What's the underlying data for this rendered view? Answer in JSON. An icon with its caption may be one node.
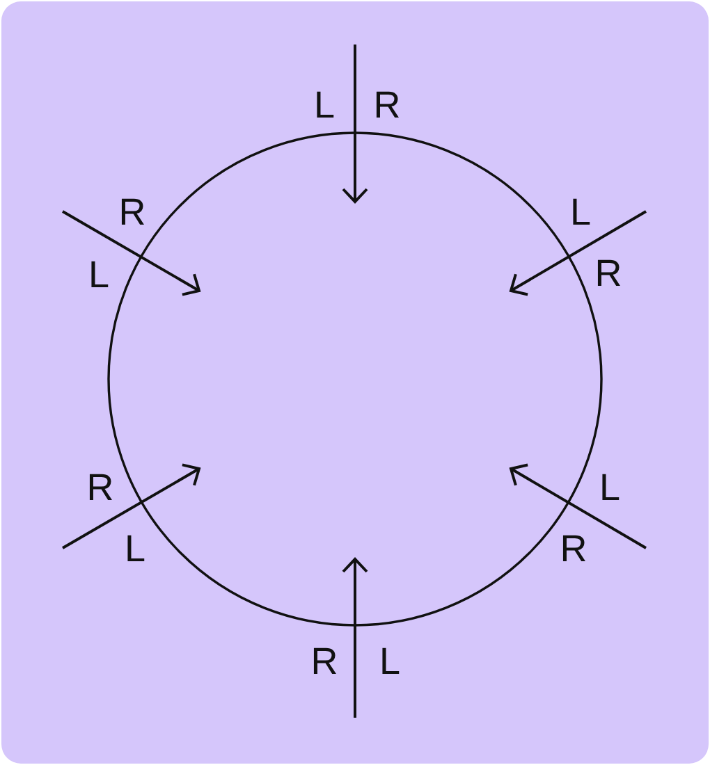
{
  "diagram": {
    "labels": [
      "L",
      "R",
      "R",
      "L",
      "L",
      "R",
      "R",
      "L",
      "L",
      "R",
      "R",
      "L"
    ]
  }
}
